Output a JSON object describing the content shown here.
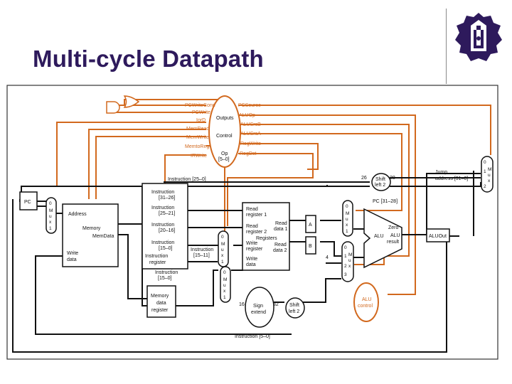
{
  "slide": {
    "title": "Multi-cycle Datapath"
  },
  "control": {
    "outputs": "Outputs",
    "control": "Control",
    "op": "Op",
    "op_bits": "[5–0]",
    "signals_left": [
      "PCWriteCond",
      "PCWrite",
      "IorD",
      "MemRead",
      "MemWrite",
      "MemtoReg",
      "IRWrite"
    ],
    "signals_right": [
      "PCSource",
      "ALUOp",
      "ALUSrcB",
      "ALUSrcA",
      "RegWrite",
      "RegDst"
    ]
  },
  "pc": {
    "label": "PC"
  },
  "mux_pc": {
    "l0": "0",
    "l1": "M",
    "l2": "u",
    "l3": "x",
    "l4": "1"
  },
  "memory": {
    "address": "Address",
    "name": "Memory",
    "memdata": "MemData",
    "write": "Write",
    "data": "data"
  },
  "ir": {
    "f1": "Instruction",
    "f1b": "[31–26]",
    "f2": "Instruction",
    "f2b": "[25–21]",
    "f3": "Instruction",
    "f3b": "[20–16]",
    "f4": "Instruction",
    "f4b": "[15–0]",
    "name1": "Instruction",
    "name2": "register"
  },
  "labels": {
    "instr_25_0": "Instruction [25–0]",
    "instr_15_0": "Instruction",
    "instr_15_0b": "[15–0]",
    "instr_15_11": "Instruction",
    "instr_15_11b": "[15–11]",
    "instr_15_0_bottom": "Instruction [5–0]",
    "pc_31_28": "PC [31–28]",
    "jump1": "Jump",
    "jump2": "address [31–0]",
    "n26": "26",
    "n28": "28",
    "n16": "16",
    "n32": "32",
    "n4": "4"
  },
  "mdr": {
    "l1": "Memory",
    "l2": "data",
    "l3": "register"
  },
  "mux_regdst": {
    "l0": "0",
    "l1": "M",
    "l2": "u",
    "l3": "x",
    "l4": "1"
  },
  "mux_memtoreg": {
    "l0": "0",
    "l1": "M",
    "l2": "u",
    "l3": "x",
    "l4": "1"
  },
  "registers": {
    "r1a": "Read",
    "r1b": "register 1",
    "r2a": "Read",
    "r2b": "register 2",
    "name": "Registers",
    "wra": "Write",
    "wrb": "register",
    "wda": "Write",
    "wdb": "data",
    "rd1a": "Read",
    "rd1b": "data 1",
    "rd2a": "Read",
    "rd2b": "data 2"
  },
  "regs": {
    "a": "A",
    "b": "B"
  },
  "shift_top": {
    "l1": "Shift",
    "l2": "left 2"
  },
  "shift_bot": {
    "l1": "Shift",
    "l2": "left 2"
  },
  "sign": {
    "l1": "Sign",
    "l2": "extend"
  },
  "mux_srca": {
    "l0": "0",
    "l1": "M",
    "l2": "u",
    "l3": "x",
    "l4": "1"
  },
  "mux_srcb": {
    "l0": "0",
    "l1": "1",
    "l1m": "M",
    "l2": "u",
    "l3": "x",
    "l4": "2",
    "l5": "3"
  },
  "alu": {
    "zero": "Zero",
    "name": "ALU",
    "result1": "ALU",
    "result2": "result"
  },
  "aluout": {
    "label": "ALUOut"
  },
  "aluctrl": {
    "l1": "ALU",
    "l2": "control"
  },
  "mux_pcsrc": {
    "l0": "0",
    "l1": "1",
    "l1m": "M",
    "l2": "u",
    "l3": "x",
    "l4": "2"
  }
}
